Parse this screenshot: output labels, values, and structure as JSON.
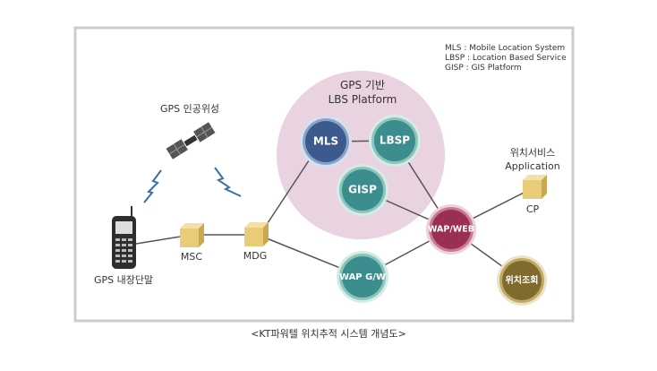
{
  "legend": {
    "line1": "MLS : Mobile Location System",
    "line2": "LBSP : Location Based Service",
    "line3": "GISP : GIS Platform"
  },
  "platform": {
    "title_line1": "GPS 기반",
    "title_line2": "LBS Platform"
  },
  "nodes": {
    "mls": "MLS",
    "lbsp": "LBSP",
    "gisp": "GISP",
    "wap_web": "WAP/WEB",
    "wap_gw": "WAP G/W",
    "location_query": "위치조회"
  },
  "labels": {
    "satellite": "GPS 인공위성",
    "phone": "GPS 내장단말",
    "msc": "MSC",
    "mdg": "MDG",
    "cp": "CP",
    "app_line1": "위치서비스",
    "app_line2": "Application"
  },
  "caption": "<KT파워텔 위치추적 시스템 개념도>",
  "colors": {
    "frame_border": "#cccccc",
    "platform_circle": "#ead3e0",
    "mls_node": "#3d5a8f",
    "teal_node": "#3c8d8d",
    "wap_web_node": "#9b2f52",
    "location_query_node": "#7f6b2e",
    "cube": "#e8cc78",
    "link_line": "#555555",
    "lightning": "#3f6f9e"
  },
  "icons": {
    "satellite": "satellite-icon",
    "phone": "mobile-phone-icon",
    "cube": "server-cube-icon",
    "signal": "lightning-signal-icon"
  }
}
